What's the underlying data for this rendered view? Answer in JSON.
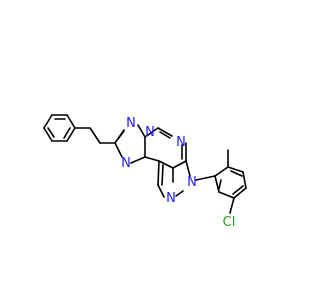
{
  "molecule": {
    "atoms": {
      "n_a": "N",
      "n_b": "N",
      "n_c": "N",
      "n_d": "N",
      "n_e": "N",
      "n_f": "N",
      "cl": "Cl"
    },
    "colors": {
      "bond": "#000000",
      "nitrogen": "#2020ff",
      "chlorine": "#1fa01f",
      "background": "#ffffff"
    }
  }
}
